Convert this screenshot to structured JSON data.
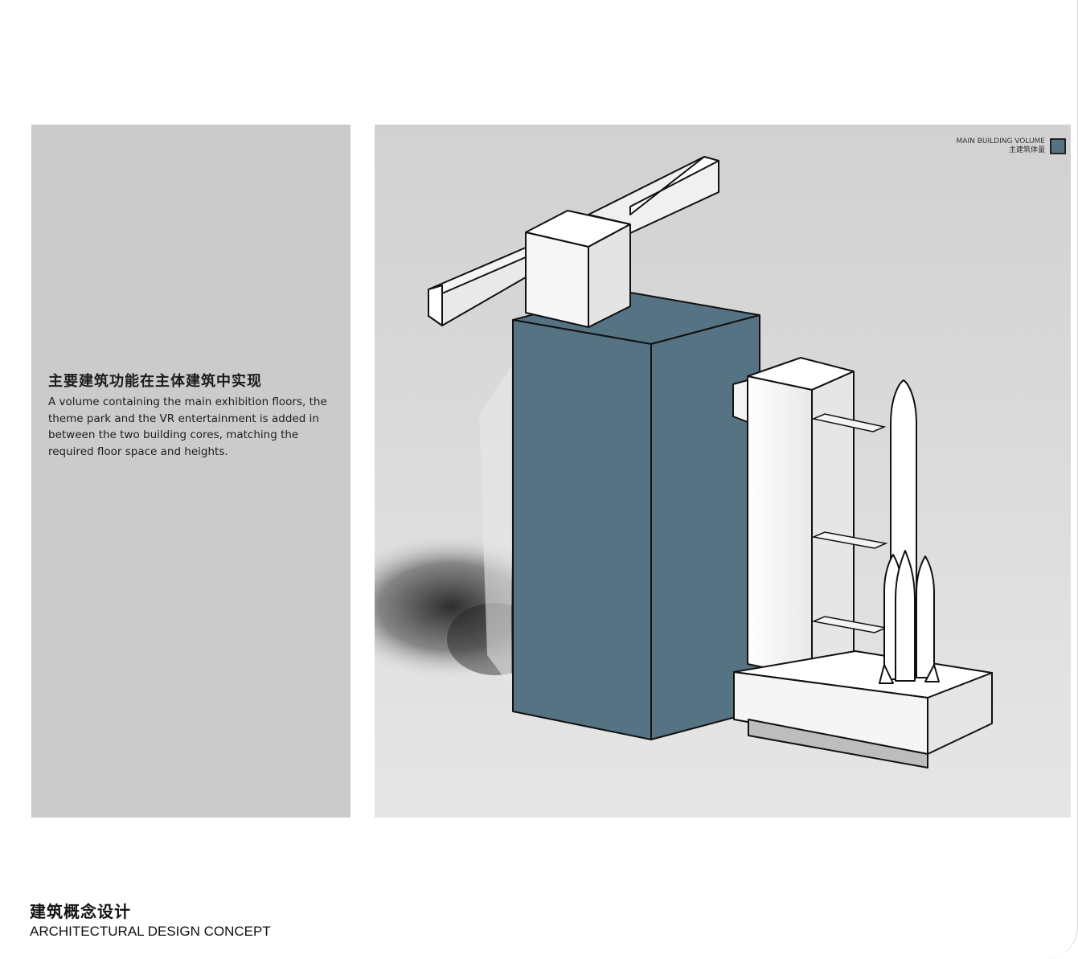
{
  "left_panel": {
    "heading_cn": "主要建筑功能在主体建筑中实现",
    "description_en": "A volume containing the main exhibition floors, the theme park and the VR entertainment is added in between the two building cores, matching the required floor space and heights."
  },
  "legend": {
    "label_en": "MAIN BUILDING VOLUME",
    "label_cn": "主建筑体量",
    "swatch_color": "#567384"
  },
  "footer": {
    "title_cn": "建筑概念设计",
    "title_en": "ARCHITECTURAL DESIGN CONCEPT"
  },
  "colors": {
    "main_volume": "#567384",
    "panel_background": "#cbcbcb",
    "white_volumes": "#f4f4f4"
  }
}
